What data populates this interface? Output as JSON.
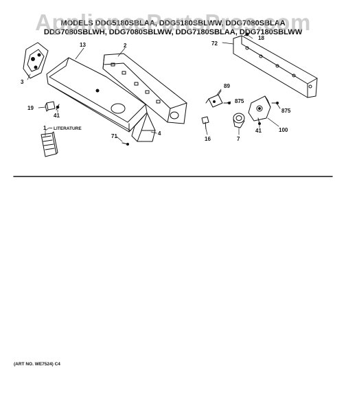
{
  "title_line_1": "MODELS DDG5180SBLAA, DDG5180SBLWW, DDG7080SBLAA",
  "title_line_2": "DDG7080SBLWH, DDG7080SBLWW, DDG7180SBLAA, DDG7180SBLWW",
  "watermark": "AppliancePartsPros.com",
  "parts": {
    "p1": "1",
    "p1_literature": "LITERATURE",
    "p2": "2",
    "p3": "3",
    "p4": "4",
    "p7": "7",
    "p13": "13",
    "p16": "16",
    "p18": "18",
    "p19": "19",
    "p41a": "41",
    "p41b": "41",
    "p71": "71",
    "p72": "72",
    "p89": "89",
    "p100": "100",
    "p875a": "875",
    "p875b": "875"
  },
  "art_number": "(ART NO. WE7524) C4"
}
